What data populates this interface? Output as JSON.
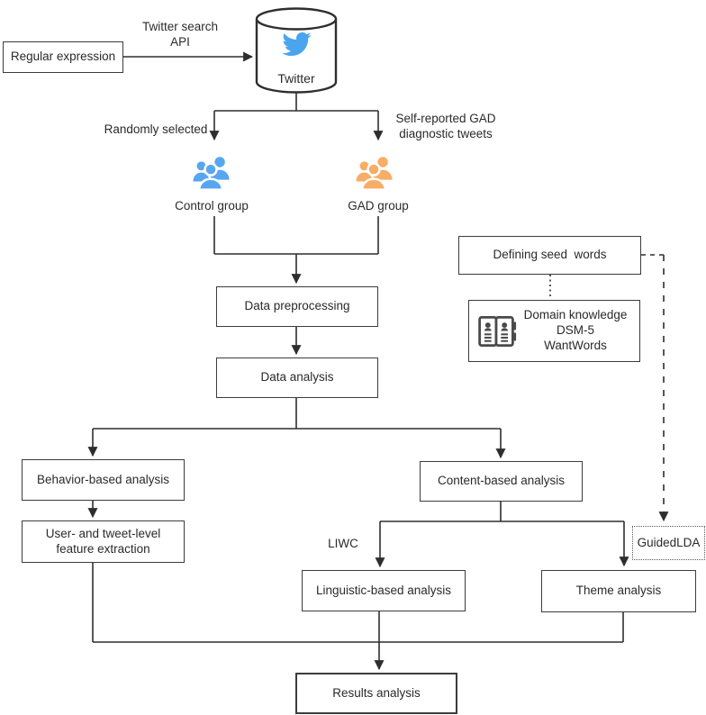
{
  "diagram": {
    "nodes": {
      "regular_expression": {
        "label": "Regular expression"
      },
      "twitter_db": {
        "label": "Twitter"
      },
      "control_group": {
        "label": "Control group"
      },
      "gad_group": {
        "label": "GAD group"
      },
      "data_preprocessing": {
        "label": "Data preprocessing"
      },
      "data_analysis": {
        "label": "Data analysis"
      },
      "behavior_based": {
        "label": "Behavior-based analysis"
      },
      "feature_extraction": {
        "label": "User- and tweet-level\nfeature extraction"
      },
      "content_based": {
        "label": "Content-based analysis"
      },
      "linguistic_based": {
        "label": "Linguistic-based analysis"
      },
      "theme_analysis": {
        "label": "Theme analysis"
      },
      "results_analysis": {
        "label": "Results analysis"
      },
      "defining_seed_words": {
        "label": "Defining seed  words"
      },
      "domain_knowledge": {
        "label": "Domain knowledge\nDSM-5\nWantWords"
      },
      "guided_lda": {
        "label": "GuidedLDA"
      }
    },
    "edge_labels": {
      "twitter_search_api": "Twitter search\nAPI",
      "randomly_selected": "Randomly selected",
      "self_reported": "Self-reported GAD\ndiagnostic tweets",
      "liwc": "LIWC"
    },
    "icons": {
      "twitter": "twitter-bird-icon",
      "twitter_store": "database-cylinder-icon",
      "control_group": "users-group-icon",
      "gad_group": "users-group-icon",
      "domain_knowledge": "address-book-icon"
    },
    "colors": {
      "control_icon": "#58a6f0",
      "gad_icon": "#f7ad66",
      "twitter_blue": "#4aa5ee",
      "book_icon": "#4a4a4a",
      "line": "#2e2e2e",
      "box_border": "#3c3c3c",
      "text": "#2a2a2a",
      "background": "#ffffff"
    }
  }
}
